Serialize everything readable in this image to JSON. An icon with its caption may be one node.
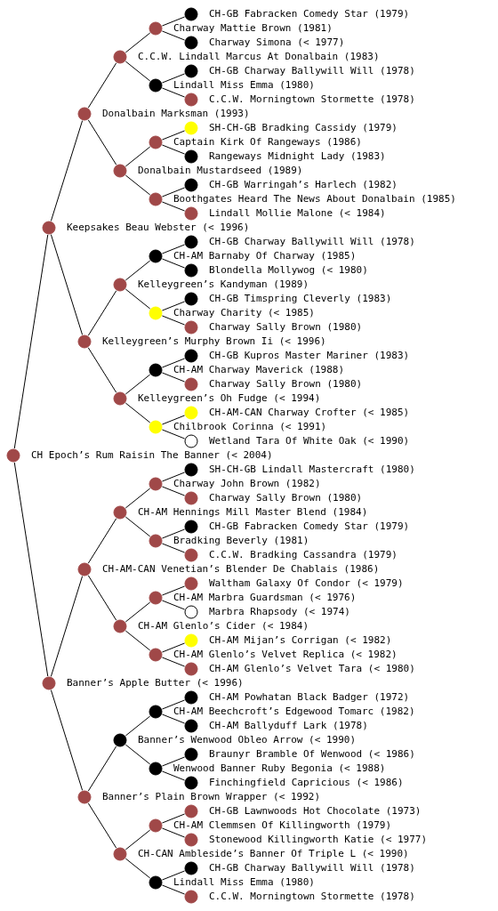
{
  "diagram": {
    "nodes": [
      {
        "text": [
          "CH-GB Fabracken Comedy Star (1979)"
        ]
      },
      {
        "text": [
          "Charway Mattie Brown (1981)"
        ]
      },
      {
        "text": [
          "Charway Simona (< 1977)"
        ]
      },
      {
        "text": [
          "C.C.W. Lindall Marcus At Donalbain (1983)"
        ]
      },
      {
        "text": [
          "CH-GB Charway Ballywill Will (1978)"
        ]
      },
      {
        "text": [
          "Lindall Miss Emma (1980)"
        ]
      },
      {
        "text": [
          "C.C.W. Morningtown Stormette (1978)"
        ]
      },
      {
        "text": [
          "Donalbain Marksman (1993)"
        ]
      },
      {
        "text": [
          "SH-CH-GB Bradking Cassidy (1979)"
        ]
      },
      {
        "text": [
          "Captain Kirk Of Rangeways (1986)"
        ]
      },
      {
        "text": [
          "Rangeways Midnight Lady (1983)"
        ]
      },
      {
        "text": [
          "Donalbain Mustardseed (1989)"
        ]
      },
      {
        "text": [
          "CH-GB Warringah’s Harlech (1982)"
        ]
      },
      {
        "text": [
          "Boothgates Heard The News About Donalbain (1985)"
        ]
      },
      {
        "text": [
          "Lindall Mollie Malone (< 1984)"
        ]
      },
      {
        "text": [
          "Keepsakes Beau Webster (< 1996)"
        ]
      },
      {
        "text": [
          "CH-GB Charway Ballywill Will (1978)"
        ]
      },
      {
        "text": [
          "CH-AM Barnaby Of Charway (1985)"
        ]
      },
      {
        "text": [
          "Blondella Mollywog (< 1980)"
        ]
      },
      {
        "text": [
          "Kelleygreen’s Kandyman (1989)"
        ]
      },
      {
        "text": [
          "CH-GB Timspring Cleverly (1983)"
        ]
      },
      {
        "text": [
          "Charway Charity (< 1985)"
        ]
      },
      {
        "text": [
          "Charway Sally Brown (1980)"
        ]
      },
      {
        "text": [
          "Kelleygreen’s Murphy Brown Ii (< 1996)"
        ]
      },
      {
        "text": [
          "CH-GB Kupros Master Mariner (1983)"
        ]
      },
      {
        "text": [
          "CH-AM Charway Maverick (1988)"
        ]
      },
      {
        "text": [
          "Charway Sally Brown (1980)"
        ]
      },
      {
        "text": [
          "Kelleygreen’s Oh Fudge (< 1994)"
        ]
      },
      {
        "text": [
          "CH-AM-CAN Charway Crofter (< 1985)"
        ]
      },
      {
        "text": [
          "Chilbrook Corinna (< 1991)"
        ]
      },
      {
        "text": [
          "Wetland Tara Of White Oak (< 1990)"
        ]
      },
      {
        "text": [
          "CH Epoch’s Rum Raisin The Banner (< 2004)"
        ]
      },
      {
        "text": [
          "SH-CH-GB Lindall Mastercraft (1980)"
        ]
      },
      {
        "text": [
          "Charway John Brown (1982)"
        ]
      },
      {
        "text": [
          "Charway Sally Brown (1980)"
        ]
      },
      {
        "text": [
          "CH-AM Hennings Mill Master Blend (1984)"
        ]
      },
      {
        "text": [
          "CH-GB Fabracken Comedy Star (1979)"
        ]
      },
      {
        "text": [
          "Bradking Beverly (1981)"
        ]
      },
      {
        "text": [
          "C.C.W. Bradking Cassandra (1979)"
        ]
      },
      {
        "text": [
          "CH-AM-CAN Venetian’s Blender De Chablais (1986)"
        ]
      },
      {
        "text": [
          "Waltham Galaxy Of Condor (< 1979)"
        ]
      },
      {
        "text": [
          "CH-AM Marbra Guardsman (< 1976)"
        ]
      },
      {
        "text": [
          "Marbra Rhapsody (< 1974)"
        ]
      },
      {
        "text": [
          "CH-AM Glenlo’s Cider (< 1984)"
        ]
      },
      {
        "text": [
          "CH-AM Mijan’s Corrigan (< 1982)"
        ]
      },
      {
        "text": [
          "CH-AM Glenlo’s Velvet Replica (< 1982)"
        ]
      },
      {
        "text": [
          "CH-AM Glenlo’s Velvet Tara (< 1980)"
        ]
      },
      {
        "text": [
          "Banner’s Apple Butter (< 1996)"
        ]
      },
      {
        "text": [
          "CH-AM Powhatan Black Badger (1972)"
        ]
      },
      {
        "text": [
          "CH-AM Beechcroft’s Edgewood Tomarc (1982)"
        ]
      },
      {
        "text": [
          "CH-AM Ballyduff Lark (1978)"
        ]
      },
      {
        "text": [
          "Banner’s Wenwood Obleo Arrow (< 1990)"
        ]
      },
      {
        "text": [
          "Braunyr Bramble Of Wenwood (< 1986)"
        ]
      },
      {
        "text": [
          "Wenwood Banner Ruby Begonia (< 1988)"
        ]
      },
      {
        "text": [
          "Finchingfield Capricious (< 1986)"
        ]
      },
      {
        "text": [
          "Banner’s Plain Brown Wrapper (< 1992)"
        ]
      },
      {
        "text": [
          "CH-GB Lawnwoods Hot Chocolate (1973)"
        ]
      },
      {
        "text": [
          "CH-AM Clemmsen Of Killingworth (1979)"
        ]
      },
      {
        "text": [
          "Stonewood Killingworth Katie (< 1977)"
        ]
      },
      {
        "text": [
          "CH-CAN Ambleside’s Banner Of Triple L (< 1990)"
        ]
      },
      {
        "text": [
          "CH-GB Charway Ballywill Will (1978)"
        ]
      },
      {
        "text": [
          "Lindall Miss Emma (1980)"
        ]
      },
      {
        "text": [
          "C.C.W. Morningtown Stormette (1978)"
        ]
      }
    ],
    "edges": [
      {
        "from": 1,
        "to": 0,
        "arrow": "none"
      },
      {
        "from": 3,
        "to": 1,
        "arrow": "none"
      },
      {
        "from": 1,
        "to": 2,
        "arrow": "none"
      },
      {
        "from": 7,
        "to": 3,
        "arrow": "none"
      },
      {
        "from": 5,
        "to": 4,
        "arrow": "none"
      },
      {
        "from": 3,
        "to": 5,
        "arrow": "none"
      },
      {
        "from": 5,
        "to": 6,
        "arrow": "none"
      },
      {
        "from": 15,
        "to": 7,
        "arrow": "none"
      },
      {
        "from": 9,
        "to": 8,
        "arrow": "none"
      },
      {
        "from": 11,
        "to": 9,
        "arrow": "none"
      },
      {
        "from": 9,
        "to": 10,
        "arrow": "none"
      },
      {
        "from": 7,
        "to": 11,
        "arrow": "none"
      },
      {
        "from": 13,
        "to": 12,
        "arrow": "none"
      },
      {
        "from": 11,
        "to": 13,
        "arrow": "none"
      },
      {
        "from": 13,
        "to": 14,
        "arrow": "none"
      },
      {
        "from": 31,
        "to": 15,
        "arrow": "none"
      },
      {
        "from": 17,
        "to": 16,
        "arrow": "none"
      },
      {
        "from": 19,
        "to": 17,
        "arrow": "none"
      },
      {
        "from": 17,
        "to": 18,
        "arrow": "none"
      },
      {
        "from": 23,
        "to": 19,
        "arrow": "none"
      },
      {
        "from": 21,
        "to": 20,
        "arrow": "none"
      },
      {
        "from": 19,
        "to": 21,
        "arrow": "none"
      },
      {
        "from": 21,
        "to": 22,
        "arrow": "none"
      },
      {
        "from": 15,
        "to": 23,
        "arrow": "none"
      },
      {
        "from": 25,
        "to": 24,
        "arrow": "none"
      },
      {
        "from": 27,
        "to": 25,
        "arrow": "none"
      },
      {
        "from": 25,
        "to": 26,
        "arrow": "none"
      },
      {
        "from": 23,
        "to": 27,
        "arrow": "none"
      },
      {
        "from": 29,
        "to": 28,
        "arrow": "none"
      },
      {
        "from": 27,
        "to": 29,
        "arrow": "none"
      },
      {
        "from": 29,
        "to": 30,
        "arrow": "none"
      },
      {
        "from": 33,
        "to": 32,
        "arrow": "none"
      },
      {
        "from": 35,
        "to": 33,
        "arrow": "none"
      },
      {
        "from": 33,
        "to": 34,
        "arrow": "none"
      },
      {
        "from": 39,
        "to": 35,
        "arrow": "none"
      },
      {
        "from": 37,
        "to": 36,
        "arrow": "none"
      },
      {
        "from": 35,
        "to": 37,
        "arrow": "none"
      },
      {
        "from": 37,
        "to": 38,
        "arrow": "none"
      },
      {
        "from": 47,
        "to": 39,
        "arrow": "none"
      },
      {
        "from": 41,
        "to": 40,
        "arrow": "none"
      },
      {
        "from": 43,
        "to": 41,
        "arrow": "none"
      },
      {
        "from": 41,
        "to": 42,
        "arrow": "none"
      },
      {
        "from": 39,
        "to": 43,
        "arrow": "none"
      },
      {
        "from": 45,
        "to": 44,
        "arrow": "none"
      },
      {
        "from": 43,
        "to": 45,
        "arrow": "none"
      },
      {
        "from": 45,
        "to": 46,
        "arrow": "none"
      },
      {
        "from": 31,
        "to": 47,
        "arrow": "none"
      },
      {
        "from": 49,
        "to": 48,
        "arrow": "none"
      },
      {
        "from": 51,
        "to": 49,
        "arrow": "none"
      },
      {
        "from": 49,
        "to": 50,
        "arrow": "none"
      },
      {
        "from": 55,
        "to": 51,
        "arrow": "none"
      },
      {
        "from": 53,
        "to": 52,
        "arrow": "none"
      },
      {
        "from": 51,
        "to": 53,
        "arrow": "none"
      },
      {
        "from": 53,
        "to": 54,
        "arrow": "none"
      },
      {
        "from": 47,
        "to": 55,
        "arrow": "none"
      },
      {
        "from": 57,
        "to": 56,
        "arrow": "none"
      },
      {
        "from": 59,
        "to": 57,
        "arrow": "none"
      },
      {
        "from": 57,
        "to": 58,
        "arrow": "none"
      },
      {
        "from": 55,
        "to": 59,
        "arrow": "none"
      },
      {
        "from": 61,
        "to": 60,
        "arrow": "none"
      },
      {
        "from": 59,
        "to": 61,
        "arrow": "none"
      },
      {
        "from": 61,
        "to": 62,
        "arrow": "none"
      }
    ]
  }
}
